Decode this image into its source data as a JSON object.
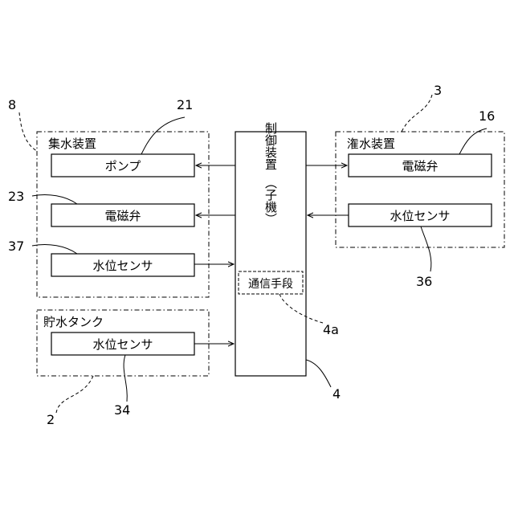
{
  "groups": {
    "collection": {
      "label": "集水装置",
      "ref": "8"
    },
    "irrigation": {
      "label": "潅水装置",
      "ref": "3"
    },
    "tank": {
      "label": "貯水タンク",
      "ref": "2"
    }
  },
  "boxes": {
    "pump": {
      "label": "ポンプ",
      "ref": "21"
    },
    "valve_left": {
      "label": "電磁弁",
      "ref": "23"
    },
    "level_sensor_left": {
      "label": "水位センサ",
      "ref": "37"
    },
    "tank_level_sensor": {
      "label": "水位センサ",
      "ref": "34"
    },
    "valve_right": {
      "label": "電磁弁",
      "ref": "16"
    },
    "level_sensor_right": {
      "label": "水位センサ",
      "ref": "36"
    }
  },
  "controller": {
    "label_main": "制御装置",
    "label_sub": "（子機）",
    "ref": "4",
    "comm": {
      "label": "通信手段",
      "ref": "4a"
    }
  }
}
